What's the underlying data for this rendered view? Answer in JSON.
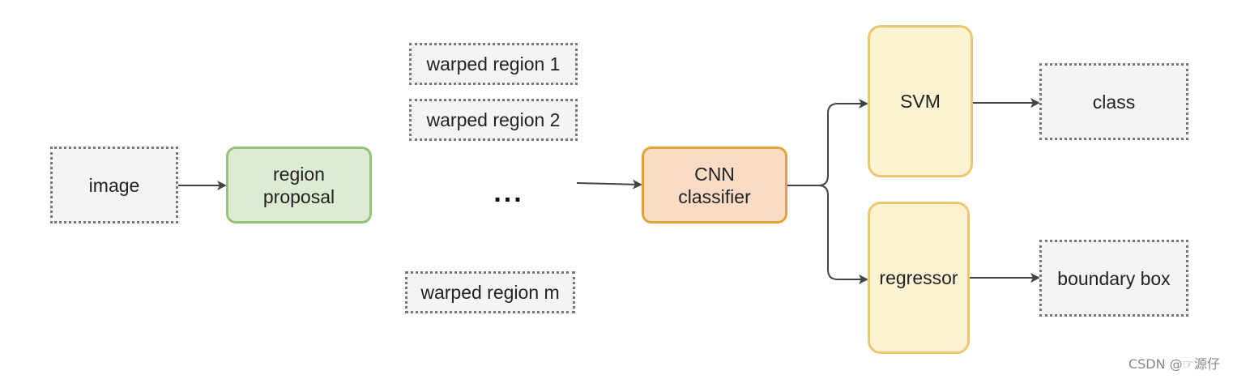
{
  "nodes": {
    "image": "image",
    "region_proposal": "region\nproposal",
    "warped_region_1": "warped region 1",
    "warped_region_2": "warped region 2",
    "ellipsis": "...",
    "warped_region_m": "warped region m",
    "cnn_classifier": "CNN\nclassifier",
    "svm": "SVM",
    "regressor": "regressor",
    "class": "class",
    "boundary_box": "boundary box"
  },
  "watermark": "CSDN @☞源仔",
  "colors": {
    "green_fill": "#dcebd2",
    "green_border": "#95c27a",
    "orange_fill": "#fadcc6",
    "orange_border": "#e3a437",
    "yellow_fill": "#fdf3d2",
    "yellow_border": "#ecc670",
    "dotted_border": "#777777",
    "arrow": "#444444"
  }
}
